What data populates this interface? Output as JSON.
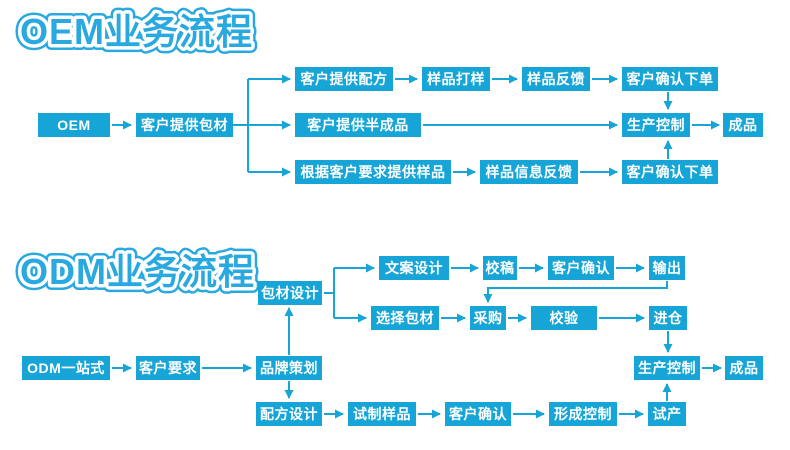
{
  "colors": {
    "box": "#16a5d6",
    "arrow": "#16a5d6",
    "title_fill": "#29a9e0",
    "title_outline": "#ffffff",
    "background": "#ffffff",
    "box_text": "#ffffff"
  },
  "oem": {
    "title": "OEM业务流程",
    "nodes": {
      "oem": "OEM",
      "customer_packaging": "客户提供包材",
      "customer_formula": "客户提供配方",
      "sample_proofing": "样品打样",
      "sample_feedback": "样品反馈",
      "confirm_order_top": "客户确认下单",
      "customer_semi_finished": "客户提供半成品",
      "production_control": "生产控制",
      "finished_product": "成品",
      "samples_per_request": "根据客户要求提供样品",
      "sample_info_feedback": "样品信息反馈",
      "confirm_order_bottom": "客户确认下单"
    },
    "edges": [
      {
        "from": "oem",
        "to": "customer_packaging"
      },
      {
        "from": "customer_packaging",
        "to": "customer_formula"
      },
      {
        "from": "customer_packaging",
        "to": "customer_semi_finished"
      },
      {
        "from": "customer_packaging",
        "to": "samples_per_request"
      },
      {
        "from": "customer_formula",
        "to": "sample_proofing"
      },
      {
        "from": "sample_proofing",
        "to": "sample_feedback"
      },
      {
        "from": "sample_feedback",
        "to": "confirm_order_top"
      },
      {
        "from": "confirm_order_top",
        "to": "production_control"
      },
      {
        "from": "customer_semi_finished",
        "to": "production_control"
      },
      {
        "from": "samples_per_request",
        "to": "sample_info_feedback"
      },
      {
        "from": "sample_info_feedback",
        "to": "confirm_order_bottom"
      },
      {
        "from": "confirm_order_bottom",
        "to": "production_control"
      },
      {
        "from": "production_control",
        "to": "finished_product"
      }
    ]
  },
  "odm": {
    "title": "ODM业务流程",
    "nodes": {
      "odm_one_stop": "ODM一站式",
      "customer_requirements": "客户要求",
      "brand_planning": "品牌策划",
      "packaging_design": "包材设计",
      "copy_design": "文案设计",
      "proofreading": "校稿",
      "customer_confirm_1": "客户确认",
      "output": "输出",
      "select_packaging": "选择包材",
      "purchase": "采购",
      "verification": "校验",
      "warehousing": "进仓",
      "formula_design": "配方设计",
      "trial_samples": "试制样品",
      "customer_confirm_2": "客户确认",
      "forming_control": "形成控制",
      "trial_production": "试产",
      "production_control": "生产控制",
      "finished_product": "成品"
    },
    "edges": [
      {
        "from": "odm_one_stop",
        "to": "customer_requirements"
      },
      {
        "from": "customer_requirements",
        "to": "brand_planning"
      },
      {
        "from": "brand_planning",
        "to": "packaging_design"
      },
      {
        "from": "brand_planning",
        "to": "formula_design"
      },
      {
        "from": "packaging_design",
        "to": "copy_design"
      },
      {
        "from": "packaging_design",
        "to": "select_packaging"
      },
      {
        "from": "copy_design",
        "to": "proofreading"
      },
      {
        "from": "proofreading",
        "to": "customer_confirm_1"
      },
      {
        "from": "customer_confirm_1",
        "to": "output"
      },
      {
        "from": "output",
        "to": "purchase"
      },
      {
        "from": "select_packaging",
        "to": "purchase"
      },
      {
        "from": "purchase",
        "to": "verification"
      },
      {
        "from": "verification",
        "to": "warehousing"
      },
      {
        "from": "warehousing",
        "to": "production_control"
      },
      {
        "from": "formula_design",
        "to": "trial_samples"
      },
      {
        "from": "trial_samples",
        "to": "customer_confirm_2"
      },
      {
        "from": "customer_confirm_2",
        "to": "forming_control"
      },
      {
        "from": "forming_control",
        "to": "trial_production"
      },
      {
        "from": "trial_production",
        "to": "production_control"
      },
      {
        "from": "production_control",
        "to": "finished_product"
      }
    ]
  }
}
